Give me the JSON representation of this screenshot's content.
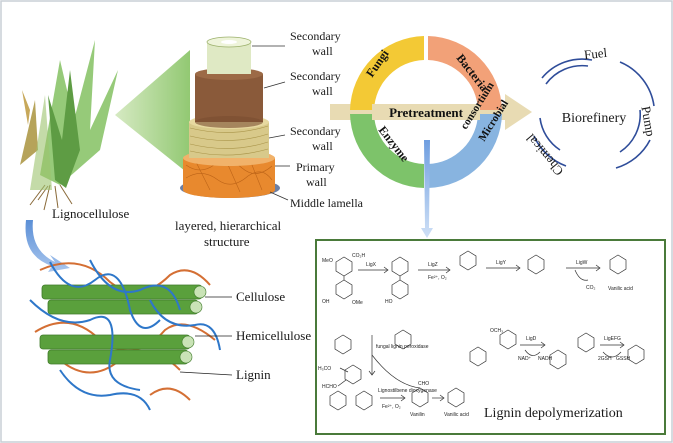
{
  "plant": {
    "label": "Lignocellulose"
  },
  "cell_wall": {
    "layers": [
      {
        "label_line1": "Secondary",
        "label_line2": "wall",
        "color": "#dfe9c4"
      },
      {
        "label_line1": "Secondary",
        "label_line2": "wall",
        "color": "#8a5a3a"
      },
      {
        "label_line1": "Secondary",
        "label_line2": "wall",
        "color": "#d8c98a"
      },
      {
        "label_line1": "Primary",
        "label_line2": "wall",
        "color": "#f1b26a"
      },
      {
        "label_line1": "Middle lamella",
        "label_line2": "",
        "color": "#e8892e"
      }
    ],
    "caption_line1": "layered, hierarchical",
    "caption_line2": "structure"
  },
  "pretreatment": {
    "center_label": "Pretreatment",
    "segments": [
      {
        "label": "Fungi",
        "color": "#f3c935"
      },
      {
        "label": "Bacteria",
        "color": "#f2a178"
      },
      {
        "label": "Enzyme",
        "color": "#7dc36a"
      },
      {
        "label": "Microbial",
        "label2": "consortium",
        "color": "#88b4e0"
      }
    ],
    "arrow_color": "#e8dbb3"
  },
  "biorefinery": {
    "center_label": "Biorefinery",
    "products": [
      "Fuel",
      "Pump",
      "Chemical"
    ],
    "ring_color": "#2f4d9a"
  },
  "fibers": {
    "labels": [
      "Cellulose",
      "Hemicellulose",
      "Lignin"
    ],
    "colors": {
      "cellulose": "#5aa03c",
      "hemicellulose": "#2e77c9",
      "lignin": "#d2682a"
    }
  },
  "depolymerization": {
    "title": "Lignin depolymerization",
    "border_color": "#4a7a3a",
    "enzymes": [
      "LigX",
      "LigZ",
      "LigY",
      "LigW",
      "LigD",
      "LigEFG"
    ],
    "cofactors": [
      "Fe²⁺, O₂",
      "CO₂",
      "NAD⁺",
      "NADH",
      "2GSH",
      "GSSH",
      "Fe²⁺, O₂"
    ],
    "products": [
      "Vanilic acid",
      "Vanilin",
      "Vanilic acid"
    ],
    "notes": [
      "fungal lignin peroxidase",
      "Lignostilbene dioxygenase",
      "HCHO"
    ],
    "groups": [
      "MeO",
      "CO₂H",
      "OH",
      "OMe",
      "HO",
      "H₃CO",
      "OCH₃",
      "CHO"
    ]
  }
}
